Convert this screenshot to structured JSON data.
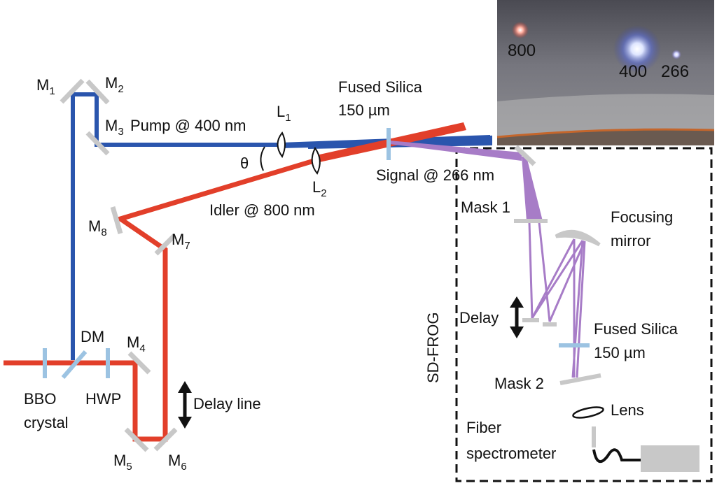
{
  "colors": {
    "pump": "#2a55ad",
    "idler": "#e23f2a",
    "signal": "#a77cc7",
    "optic_light_blue": "#9cc3e2",
    "optic_gray": "#c8c8c8",
    "box_border": "#111111"
  },
  "labels": {
    "pump": "Pump @ 400 nm",
    "idler": "Idler @ 800 nm",
    "signal": "Signal @ 266 nm",
    "fused_silica_top_1": "Fused Silica",
    "fused_silica_top_2": "150 µm",
    "theta": "θ",
    "delay_line": "Delay line",
    "bbo_1": "BBO",
    "bbo_2": "crystal",
    "hwp": "HWP",
    "dm": "DM",
    "sd_frog": "SD-FROG",
    "mask1": "Mask 1",
    "mask2": "Mask 2",
    "focusing_mirror_1": "Focusing",
    "focusing_mirror_2": "mirror",
    "delay": "Delay",
    "fused_silica_frog_1": "Fused Silica",
    "fused_silica_frog_2": "150 µm",
    "lens": "Lens",
    "fiber_spectrometer_1": "Fiber",
    "fiber_spectrometer_2": "spectrometer"
  },
  "mirrors": [
    {
      "id": "m1",
      "base": "M",
      "sub": "1"
    },
    {
      "id": "m2",
      "base": "M",
      "sub": "2"
    },
    {
      "id": "m3",
      "base": "M",
      "sub": "3"
    },
    {
      "id": "m4",
      "base": "M",
      "sub": "4"
    },
    {
      "id": "m5",
      "base": "M",
      "sub": "5"
    },
    {
      "id": "m6",
      "base": "M",
      "sub": "6"
    },
    {
      "id": "m7",
      "base": "M",
      "sub": "7"
    },
    {
      "id": "m8",
      "base": "M",
      "sub": "8"
    }
  ],
  "lenses": [
    {
      "id": "l1",
      "base": "L",
      "sub": "1"
    },
    {
      "id": "l2",
      "base": "L",
      "sub": "2"
    }
  ],
  "photo": {
    "labels": [
      "800",
      "400",
      "266"
    ],
    "label_colors": [
      "#e0483a",
      "#4a57c8",
      "#a38acb"
    ]
  }
}
